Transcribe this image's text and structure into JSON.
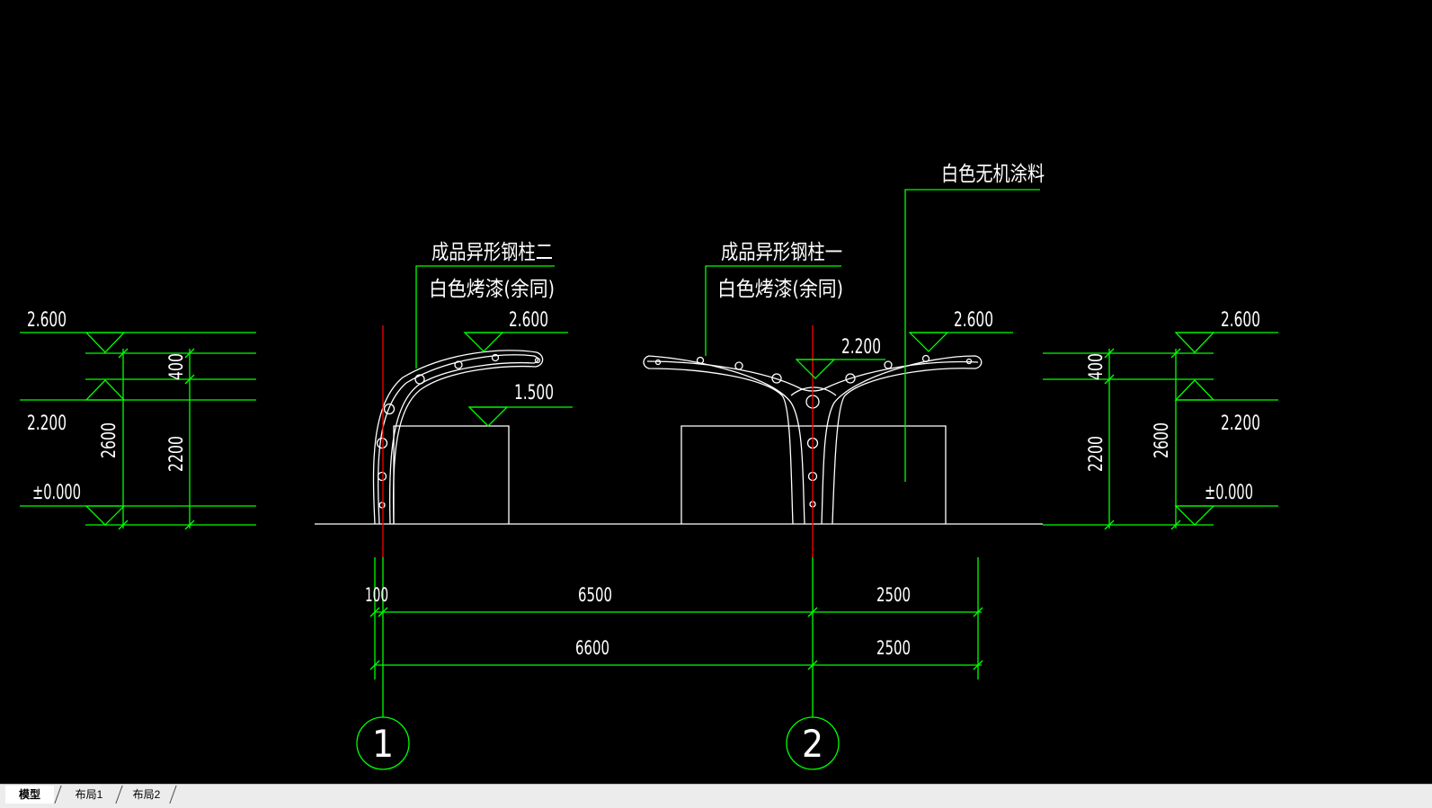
{
  "drawing": {
    "notes": {
      "post_two_line1": "成品异形钢柱二",
      "post_two_line2": "白色烤漆(余同)",
      "post_one_line1": "成品异形钢柱一",
      "post_one_line2": "白色烤漆(余同)",
      "wall_finish": "白色无机涂料"
    },
    "elevations": {
      "left_top": "2.600",
      "left_mid": "2.200",
      "left_base": "±0.000",
      "post2_top": "2.600",
      "wall_top": "1.500",
      "post1_mid": "2.200",
      "post1_top": "2.600",
      "right_top": "2.600",
      "right_mid": "2.200",
      "right_base": "±0.000"
    },
    "vertical_dims": {
      "left_overall": "2600",
      "left_upper": "400",
      "left_lower": "2200",
      "right_overall": "2600",
      "right_upper": "400",
      "right_lower": "2200"
    },
    "horizontal_dims": {
      "row1_offset": "100",
      "row1_span": "6500",
      "row1_overhang": "2500",
      "row2_span": "6600",
      "row2_overhang": "2500"
    },
    "axes": {
      "axis_one": "1",
      "axis_two": "2"
    },
    "colors": {
      "background": "#000000",
      "dimension_green": "#00ff00",
      "object_white": "#ffffff",
      "axis_red": "#ff0000"
    }
  },
  "layout_tabs": {
    "model": "模型",
    "layout1": "布局1",
    "layout2": "布局2"
  }
}
